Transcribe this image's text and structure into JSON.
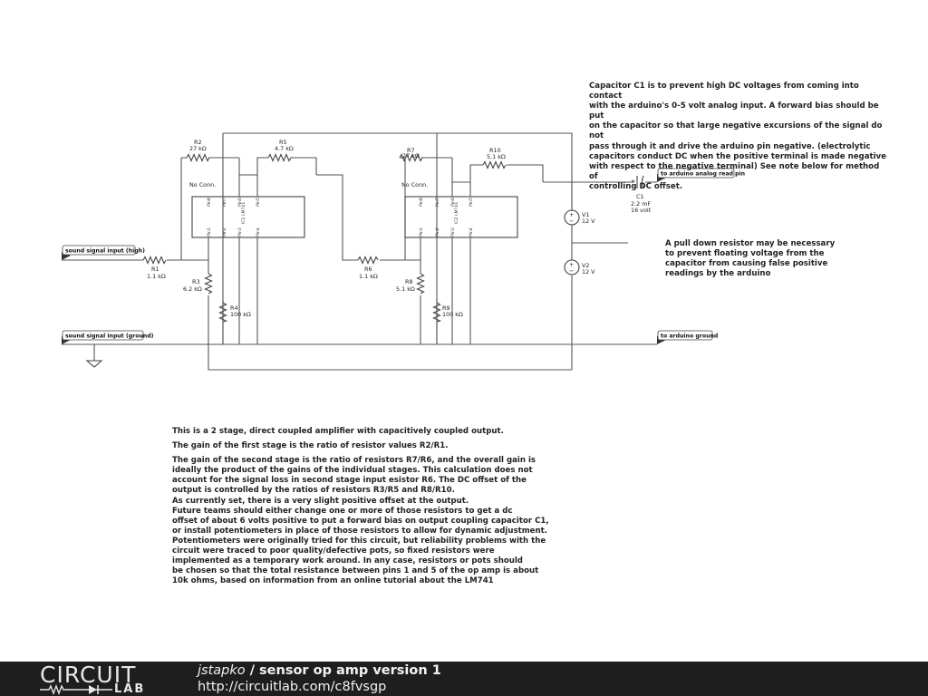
{
  "schematic": {
    "components": {
      "r1": {
        "name": "R1",
        "value": "1.1 kΩ"
      },
      "r2": {
        "name": "R2",
        "value": "27 kΩ"
      },
      "r3": {
        "name": "R3",
        "value": "6.2 kΩ"
      },
      "r4": {
        "name": "R4",
        "value": "100 kΩ"
      },
      "r5": {
        "name": "R5",
        "value": "4.7 kΩ"
      },
      "r6": {
        "name": "R6",
        "value": "1.1 kΩ"
      },
      "r7": {
        "name": "R7",
        "value": "27 kΩ"
      },
      "r8": {
        "name": "R8",
        "value": "5.1 kΩ"
      },
      "r9": {
        "name": "R9",
        "value": "100 kΩ"
      },
      "r10": {
        "name": "R10",
        "value": "5.1 kΩ"
      },
      "c1": {
        "name": "C1",
        "value": "2.2 mF",
        "rating": "16 volt"
      },
      "v1": {
        "name": "V1",
        "value": "12 V"
      },
      "v2": {
        "name": "V2",
        "value": "12 V"
      }
    },
    "ics": {
      "ic1": {
        "name": "IC1 LM741",
        "no_conn": "No Conn.",
        "pins_top": [
          "Pin8",
          "Pin7",
          "Pin6",
          "Pin5"
        ],
        "pins_bottom": [
          "Pin1",
          "Pin2",
          "Pin3",
          "Pin4"
        ]
      },
      "ic2": {
        "name": "IC2 LM741",
        "no_conn": "No Conn.",
        "pins_top": [
          "Pin8",
          "Pin7",
          "Pin6",
          "Pin5"
        ],
        "pins_bottom": [
          "Pin1",
          "Pin2",
          "Pin3",
          "Pin4"
        ]
      }
    },
    "flags": {
      "input_high": "sound signal input (high)",
      "input_ground": "sound signal input (ground)",
      "arduino_read": "to arduino analog read pin",
      "arduino_ground": "to arduino ground"
    }
  },
  "notes": {
    "c1_lines": [
      "Capacitor C1 is to prevent high DC voltages from coming into contact",
      "with the arduino's 0-5 volt analog input. A forward bias should be put",
      "on the capacitor so that large negative excursions of the signal do not",
      "pass through it and drive the arduino pin negative. (electrolytic",
      "capacitors conduct DC when the positive terminal is made negative",
      "with respect to the negative terminal) See note below for method of",
      "controlling DC offset."
    ],
    "pulldown_lines": [
      "A pull down resistor may be necessary",
      "to prevent floating voltage from the",
      "capacitor from causing false positive",
      "readings by the arduino"
    ],
    "description": {
      "p1": "This is a 2 stage, direct coupled amplifier with capacitively coupled output.",
      "p2": "The gain of the first stage is the ratio of resistor values R2/R1.",
      "p3_lines": [
        "The gain of the second stage is the ratio of resistors R7/R6, and the overall gain is",
        "ideally the product of the gains of the individual stages. This calculation does not",
        "account for the signal loss in second stage input esistor R6. The DC offset of the",
        "output is controlled by the ratios of resistors R3/R5 and R8/R10.",
        "As currently set, there is a very slight positive offset at the output.",
        "Future teams should either change one or more of those resistors to get a dc",
        "offset of about 6 volts positive to put a forward bias on output coupling capacitor C1,",
        "or install potentiometers in place of those resistors to allow for dynamic adjustment.",
        "Potentiometers were originally tried for this circuit, but reliability problems with the",
        "circuit were traced to poor quality/defective pots, so fixed resistors were",
        "implemented as a temporary work around. In any case, resistors or pots should",
        "be chosen so that the total resistance between pins 1 and 5 of the op amp is about",
        "10k ohms, based on information from an online tutorial about the LM741"
      ]
    }
  },
  "footer": {
    "logo_top": "CIRCUIT",
    "logo_bottom": "LAB",
    "user": "jstapko",
    "separator": " / ",
    "title": "sensor op amp version 1",
    "url": "http://circuitlab.com/c8fvsgp"
  },
  "colors": {
    "footer_bg": "#1e1e1e",
    "wire": "#555555",
    "text": "#222222"
  }
}
